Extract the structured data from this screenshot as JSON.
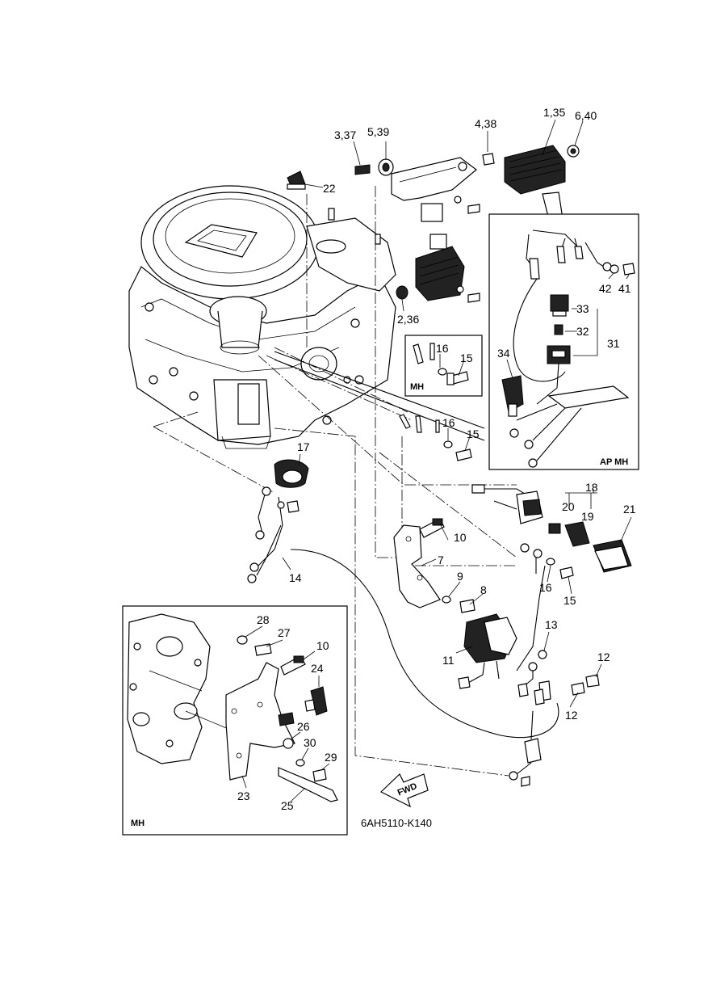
{
  "callouts": {
    "c1_35": "1,35",
    "c6_40": "6,40",
    "c4_38": "4,38",
    "c3_37": "3,37",
    "c5_39": "5,39",
    "c22": "22",
    "c2_36": "2,36",
    "c16a": "16",
    "c15a": "15",
    "c16b": "16",
    "c15b": "15",
    "c17": "17",
    "c10a": "10",
    "c7": "7",
    "c14": "14",
    "c9": "9",
    "c8": "8",
    "c11": "11",
    "c13": "13",
    "c12a": "12",
    "c12b": "12",
    "c18": "18",
    "c20": "20",
    "c19": "19",
    "c21": "21",
    "c16c": "16",
    "c15c": "15",
    "c42": "42",
    "c41": "41",
    "c33": "33",
    "c32": "32",
    "c31": "31",
    "c34": "34",
    "c28": "28",
    "c27": "27",
    "c10b": "10",
    "c24": "24",
    "c26": "26",
    "c30": "30",
    "c29": "29",
    "c23": "23",
    "c25": "25"
  },
  "insets": {
    "mh_small": "MH",
    "ap_mh": "AP MH",
    "mh_large": "MH"
  },
  "fwd_label": "FWD",
  "diagram_code": "6AH5110-K140"
}
